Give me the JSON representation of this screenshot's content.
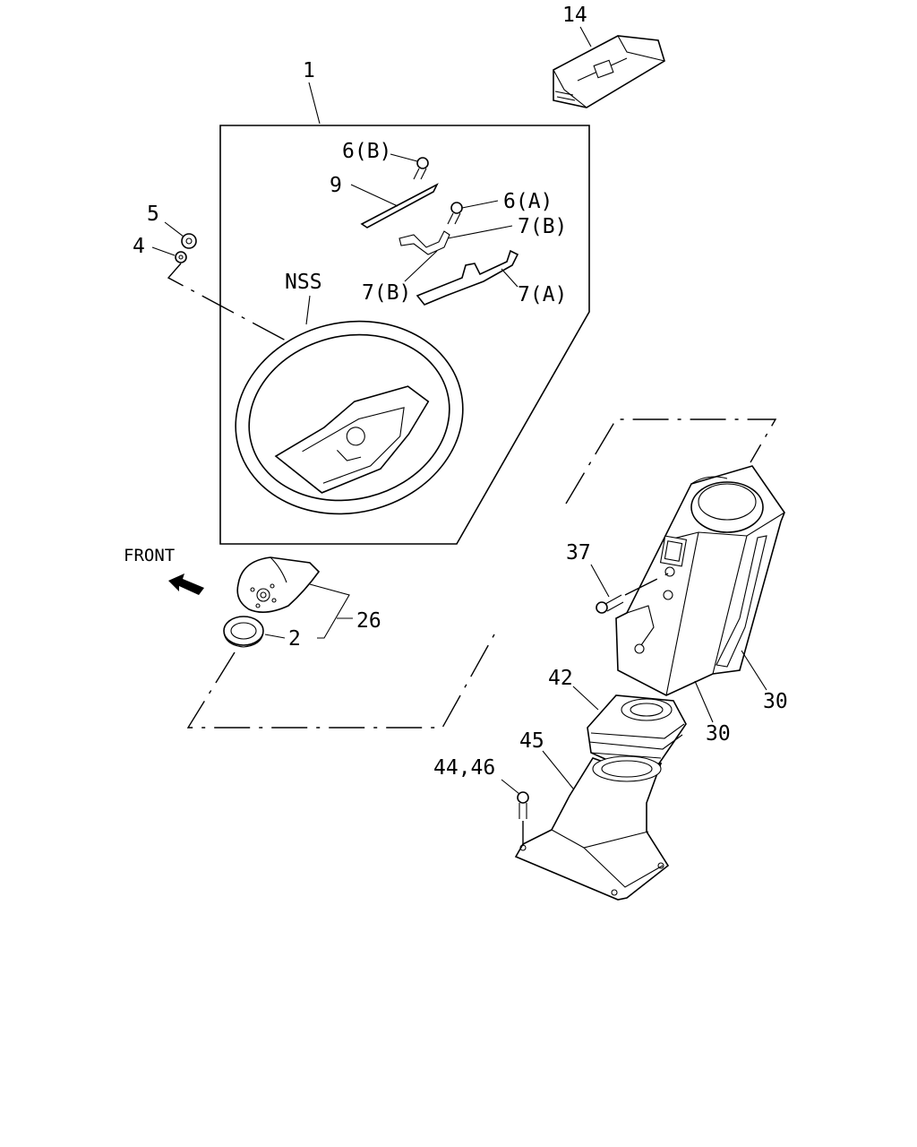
{
  "diagram": {
    "front_indicator": {
      "label": "FRONT"
    },
    "callouts": {
      "c1": "1",
      "c14": "14",
      "c6b": "6(B)",
      "c9": "9",
      "c6a": "6(A)",
      "c7b_right": "7(B)",
      "c7b_left": "7(B)",
      "c7a": "7(A)",
      "c5": "5",
      "c4": "4",
      "nss": "NSS",
      "c37": "37",
      "c26": "26",
      "c2": "2",
      "c42": "42",
      "c30_outer": "30",
      "c30_inner": "30",
      "c45": "45",
      "c44_46": "44,46"
    }
  }
}
